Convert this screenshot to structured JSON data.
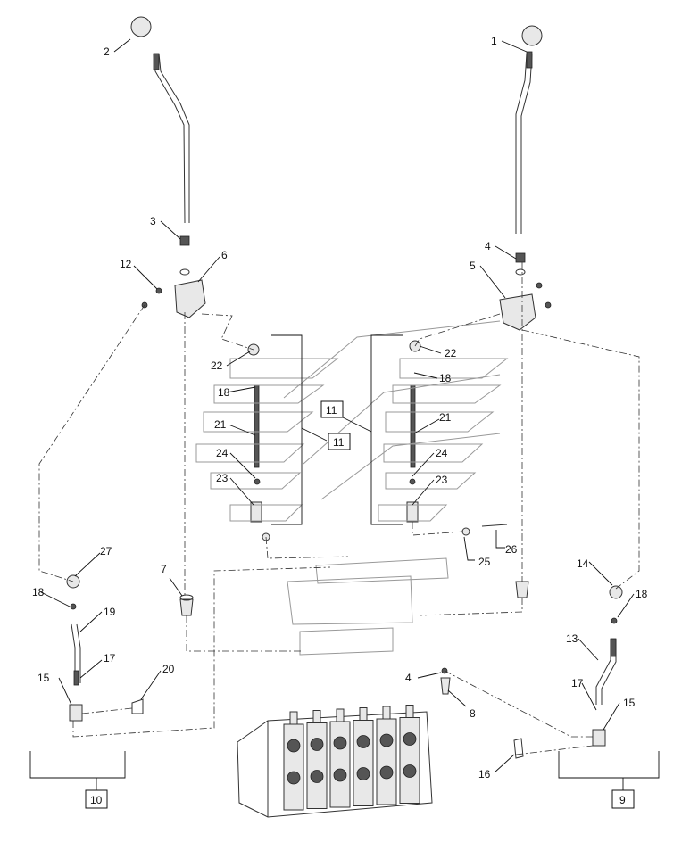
{
  "callouts": [
    "1",
    "2",
    "3",
    "4",
    "5",
    "6",
    "7",
    "8",
    "9",
    "10",
    "11",
    "12",
    "13",
    "14",
    "15",
    "16",
    "17",
    "18",
    "19",
    "20",
    "21",
    "22",
    "23",
    "24",
    "25",
    "26",
    "27"
  ],
  "boxed_refs": [
    "9",
    "10",
    "11"
  ]
}
